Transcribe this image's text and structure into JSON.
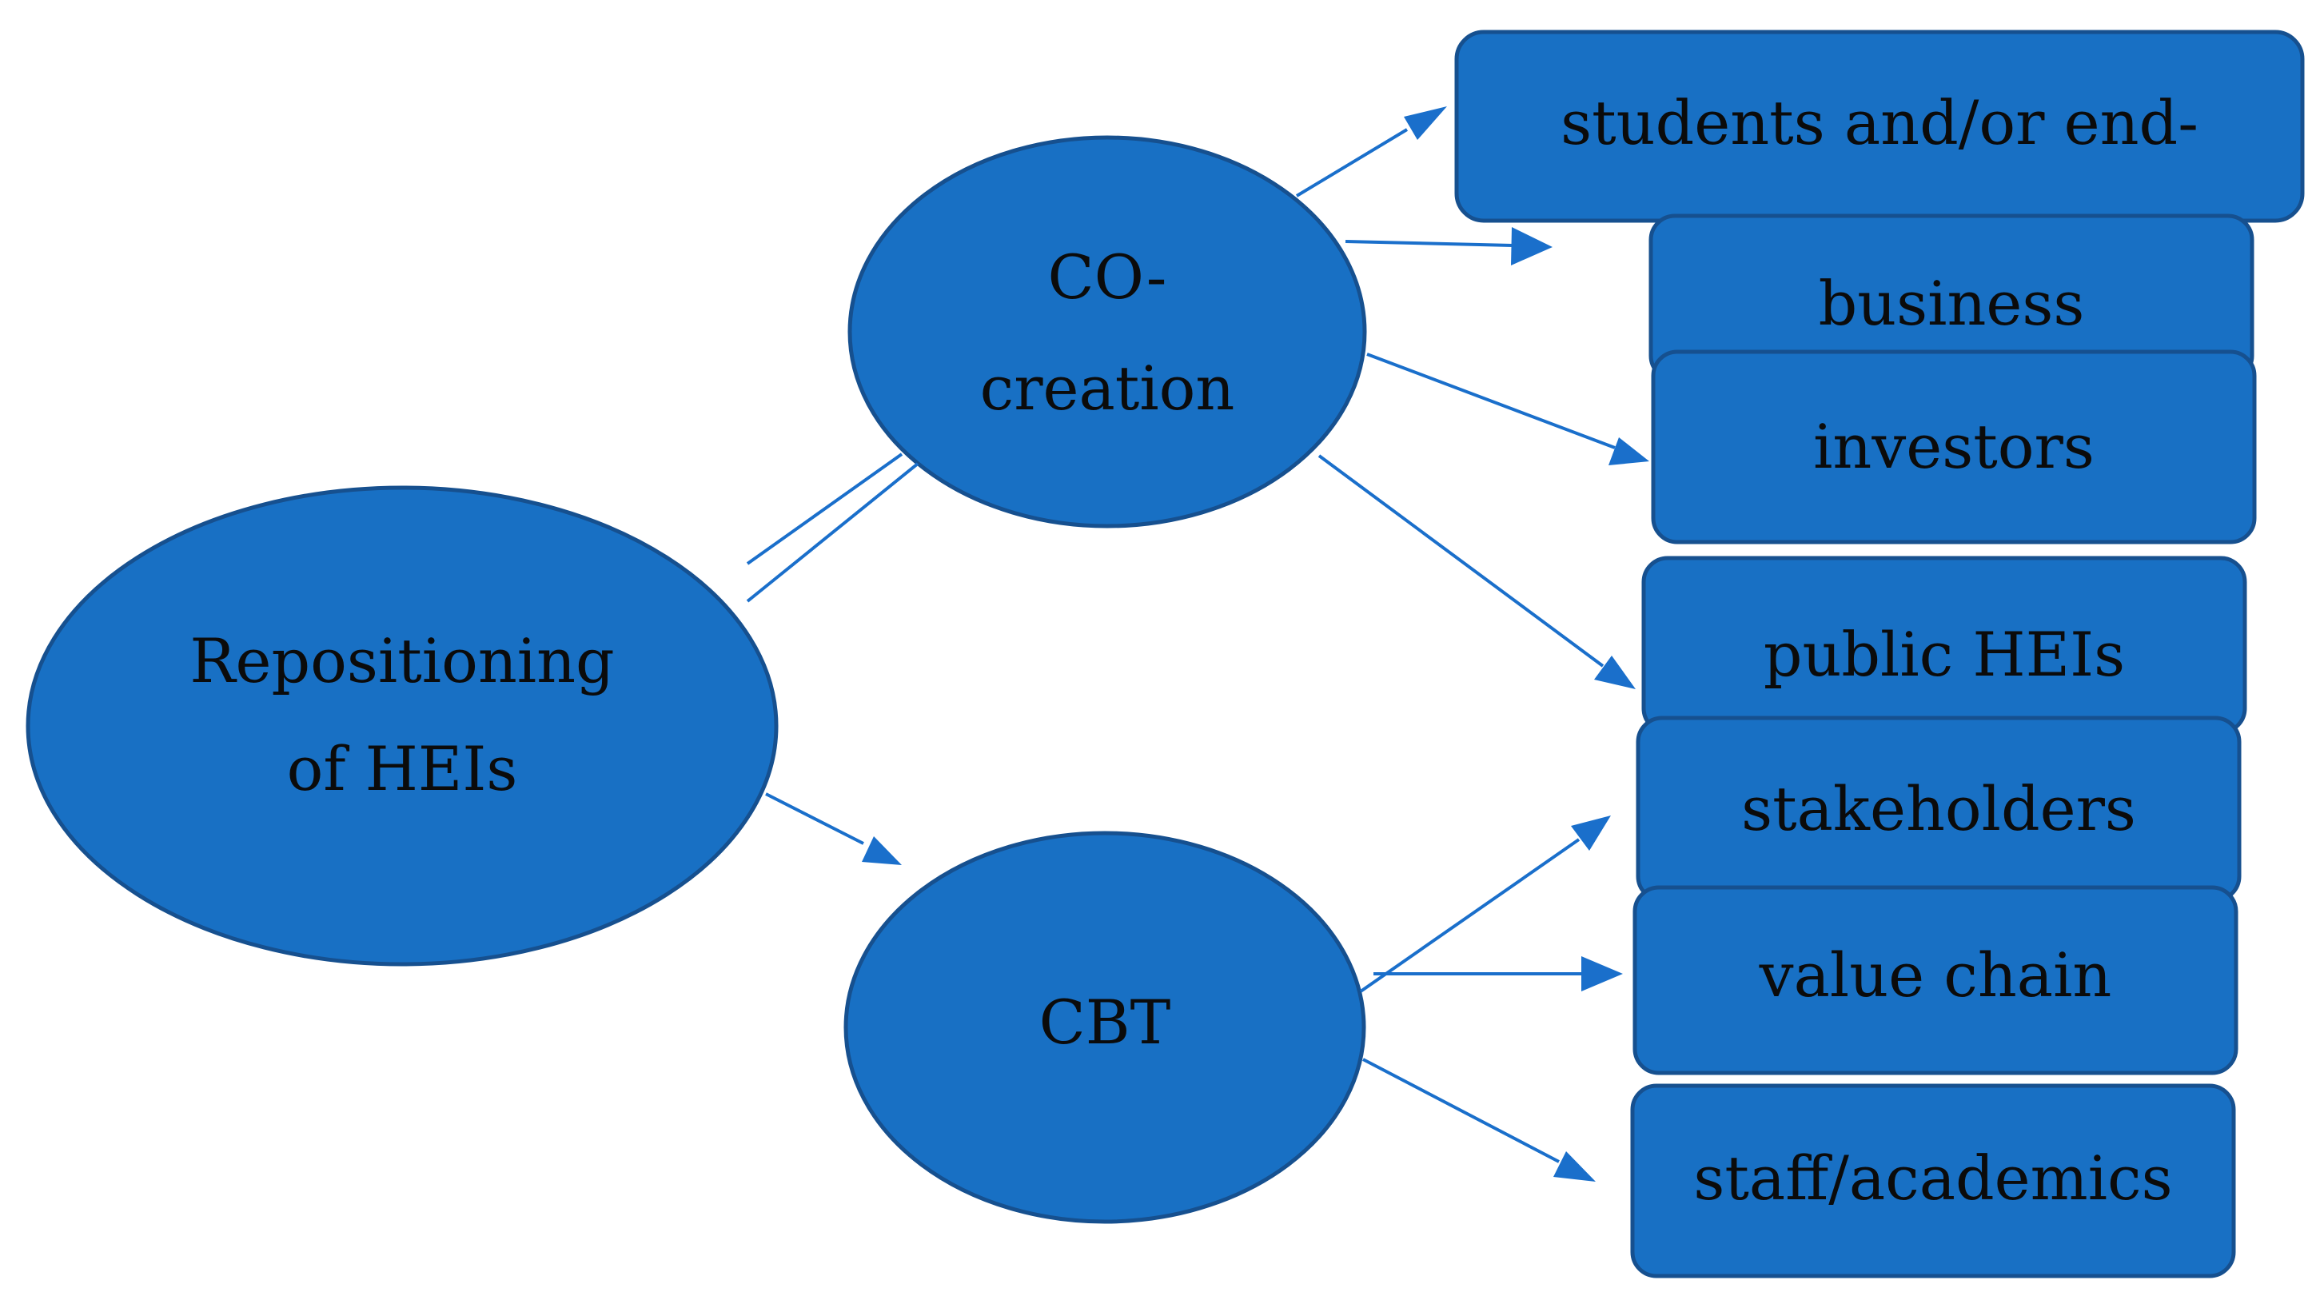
{
  "diagram": {
    "colors": {
      "node_fill": "#1870c4",
      "node_stroke": "#16508f",
      "connector": "#1a6fcb",
      "text": "#0b0b0b",
      "background": "#ffffff"
    },
    "root": {
      "lines": [
        "Repositioning",
        "of HEIs"
      ]
    },
    "co_creation": {
      "lines": [
        "CO-",
        "creation"
      ]
    },
    "cbt": {
      "lines": [
        "CBT"
      ]
    },
    "boxes": {
      "students": "students and/or end-",
      "business": "business",
      "investors": "investors",
      "public_heis": "public HEIs",
      "stakeholders": "stakeholders",
      "value_chain": "value chain",
      "staff": "staff/academics"
    }
  }
}
